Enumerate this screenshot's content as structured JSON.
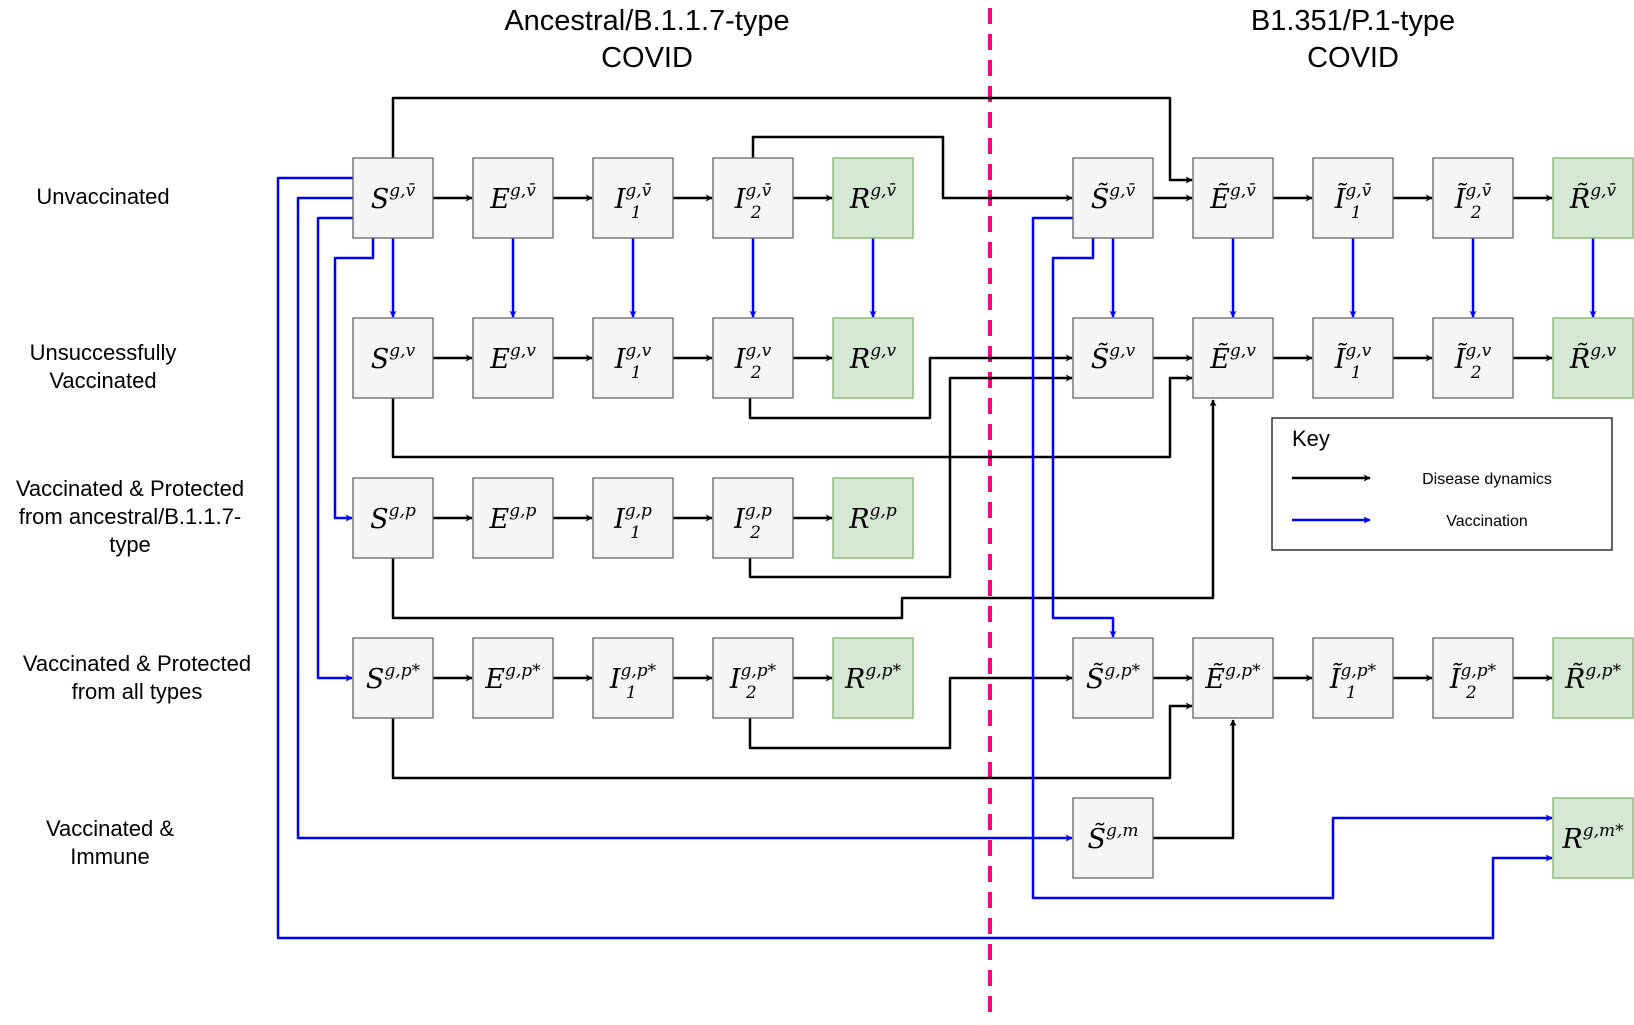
{
  "headers": {
    "left": [
      "Ancestral/B.1.1.7-type",
      "COVID"
    ],
    "right": [
      "B1.351/P.1-type",
      "COVID"
    ]
  },
  "rows": {
    "unvaccinated": [
      "Unvaccinated"
    ],
    "unsuccessful": [
      "Unsuccessfully",
      "Vaccinated"
    ],
    "protected_ancestral": [
      "Vaccinated & Protected",
      "from ancestral/B.1.1.7-",
      "type"
    ],
    "protected_all": [
      "Vaccinated & Protected",
      "from all types"
    ],
    "immune": [
      "Vaccinated &",
      "Immune"
    ]
  },
  "key": {
    "title": "Key",
    "disease": "Disease dynamics",
    "vaccination": "Vaccination"
  },
  "colors": {
    "box_fill": "#f5f5f5",
    "box_stroke": "#666666",
    "recovered_fill": "#d5e8d4",
    "recovered_stroke": "#82b366",
    "disease_arrow": "#000000",
    "vaccination_arrow": "#0000ff",
    "divider": "#ff0080"
  },
  "compartments": {
    "S_ubar": {
      "base": "S",
      "sup": "g,v̄",
      "sub": ""
    },
    "E_ubar": {
      "base": "E",
      "sup": "g,v̄",
      "sub": ""
    },
    "I1_ubar": {
      "base": "I",
      "sup": "g,v̄",
      "sub": "1"
    },
    "I2_ubar": {
      "base": "I",
      "sup": "g,v̄",
      "sub": "2"
    },
    "R_ubar": {
      "base": "R",
      "sup": "g,v̄",
      "sub": ""
    },
    "S_v": {
      "base": "S",
      "sup": "g,v",
      "sub": ""
    },
    "E_v": {
      "base": "E",
      "sup": "g,v",
      "sub": ""
    },
    "I1_v": {
      "base": "I",
      "sup": "g,v",
      "sub": "1"
    },
    "I2_v": {
      "base": "I",
      "sup": "g,v",
      "sub": "2"
    },
    "R_v": {
      "base": "R",
      "sup": "g,v",
      "sub": ""
    },
    "S_p": {
      "base": "S",
      "sup": "g,p",
      "sub": ""
    },
    "E_p": {
      "base": "E",
      "sup": "g,p",
      "sub": ""
    },
    "I1_p": {
      "base": "I",
      "sup": "g,p",
      "sub": "1"
    },
    "I2_p": {
      "base": "I",
      "sup": "g,p",
      "sub": "2"
    },
    "R_p": {
      "base": "R",
      "sup": "g,p",
      "sub": ""
    },
    "S_ps": {
      "base": "S",
      "sup": "g,p*",
      "sub": ""
    },
    "E_ps": {
      "base": "E",
      "sup": "g,p*",
      "sub": ""
    },
    "I1_ps": {
      "base": "I",
      "sup": "g,p*",
      "sub": "1"
    },
    "I2_ps": {
      "base": "I",
      "sup": "g,p*",
      "sub": "2"
    },
    "R_ps": {
      "base": "R",
      "sup": "g,p*",
      "sub": ""
    },
    "tS_ubar": {
      "base": "S̃",
      "sup": "g,v̄",
      "sub": ""
    },
    "tE_ubar": {
      "base": "Ẽ",
      "sup": "g,v̄",
      "sub": ""
    },
    "tI1_ubar": {
      "base": "Ĩ",
      "sup": "g,v̄",
      "sub": "1"
    },
    "tI2_ubar": {
      "base": "Ĩ",
      "sup": "g,v̄",
      "sub": "2"
    },
    "tR_ubar": {
      "base": "R̃",
      "sup": "g,v̄",
      "sub": ""
    },
    "tS_v": {
      "base": "S̃",
      "sup": "g,v",
      "sub": ""
    },
    "tE_v": {
      "base": "Ẽ",
      "sup": "g,v",
      "sub": ""
    },
    "tI1_v": {
      "base": "Ĩ",
      "sup": "g,v",
      "sub": "1"
    },
    "tI2_v": {
      "base": "Ĩ",
      "sup": "g,v",
      "sub": "2"
    },
    "tR_v": {
      "base": "R̃",
      "sup": "g,v",
      "sub": ""
    },
    "tS_ps": {
      "base": "S̃",
      "sup": "g,p*",
      "sub": ""
    },
    "tE_ps": {
      "base": "Ẽ",
      "sup": "g,p*",
      "sub": ""
    },
    "tI1_ps": {
      "base": "Ĩ",
      "sup": "g,p*",
      "sub": "1"
    },
    "tI2_ps": {
      "base": "Ĩ",
      "sup": "g,p*",
      "sub": "2"
    },
    "tR_ps": {
      "base": "R̃",
      "sup": "g,p*",
      "sub": ""
    },
    "tS_m": {
      "base": "S̃",
      "sup": "g,m",
      "sub": ""
    },
    "R_ms": {
      "base": "R",
      "sup": "g,m*",
      "sub": ""
    }
  }
}
